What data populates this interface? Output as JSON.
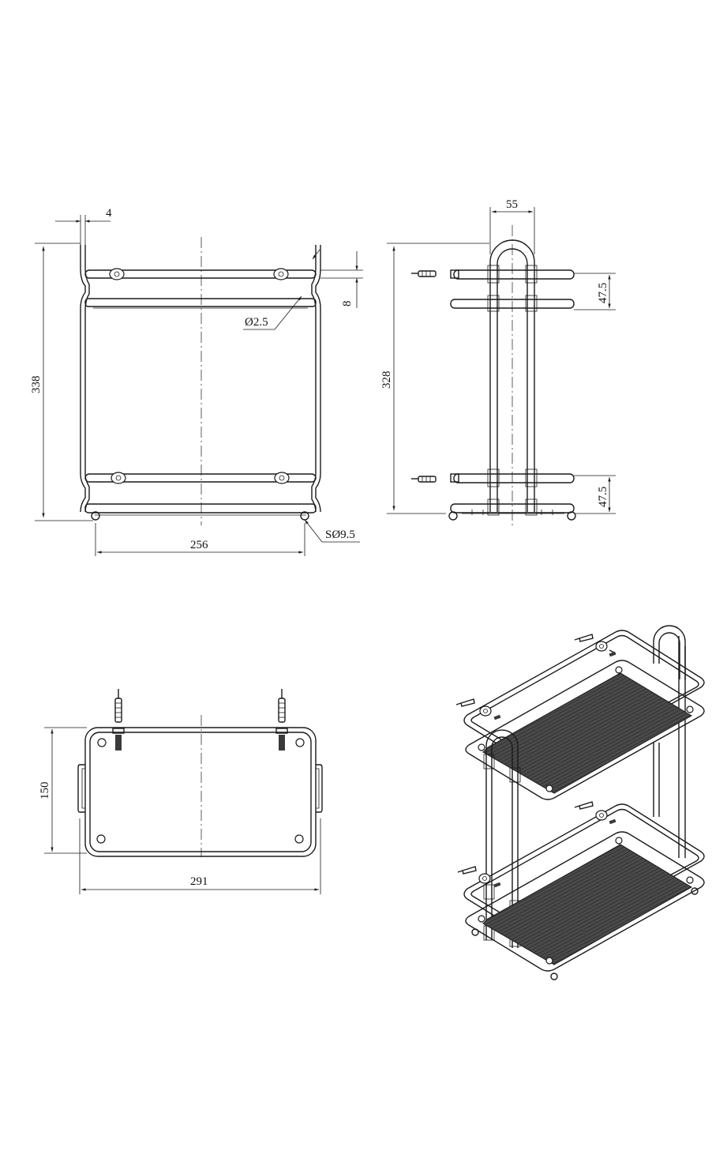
{
  "dimensions": {
    "front_top_offset": "4",
    "front_height": "338",
    "front_width": "256",
    "front_tube_gap": "8",
    "front_hole_dia": "Ø2.5",
    "front_foot_dia": "SØ9.5",
    "side_depth": "55",
    "side_height": "328",
    "side_upper_spacing": "47.5",
    "side_lower_spacing": "47.5",
    "top_depth": "150",
    "top_width": "291"
  },
  "colors": {
    "line": "#1a1a1a",
    "shelf_fill": "#3a3a3a",
    "background": "#ffffff"
  }
}
